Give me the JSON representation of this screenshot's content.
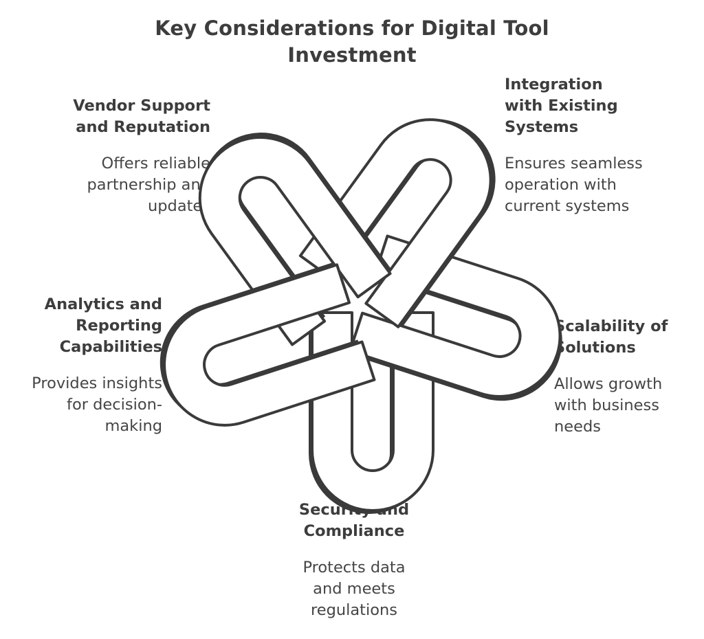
{
  "title": {
    "line1": "Key Considerations for Digital Tool",
    "line2": "Investment"
  },
  "items": {
    "vendor": {
      "heading": [
        "Vendor Support",
        "and Reputation"
      ],
      "description": [
        "Offers reliable",
        "partnership and",
        "updates"
      ]
    },
    "integration": {
      "heading": [
        "Integration",
        "with Existing",
        "Systems"
      ],
      "description": [
        "Ensures seamless",
        "operation with",
        "current systems"
      ]
    },
    "analytics": {
      "heading": [
        "Analytics and",
        "Reporting",
        "Capabilities"
      ],
      "description": [
        "Provides insights",
        "for decision-",
        "making"
      ]
    },
    "scalability": {
      "heading": [
        "Scalability of",
        "Solutions"
      ],
      "description": [
        "Allows growth",
        "with business",
        "needs"
      ]
    },
    "security": {
      "heading": [
        "Security and",
        "Compliance"
      ],
      "description": [
        "Protects data",
        "and meets",
        "regulations"
      ]
    }
  },
  "colors": {
    "stroke": "#3a3a3a",
    "shadow": "#3a3a3a",
    "fill": "#ffffff",
    "text": "#3d3d3d"
  }
}
